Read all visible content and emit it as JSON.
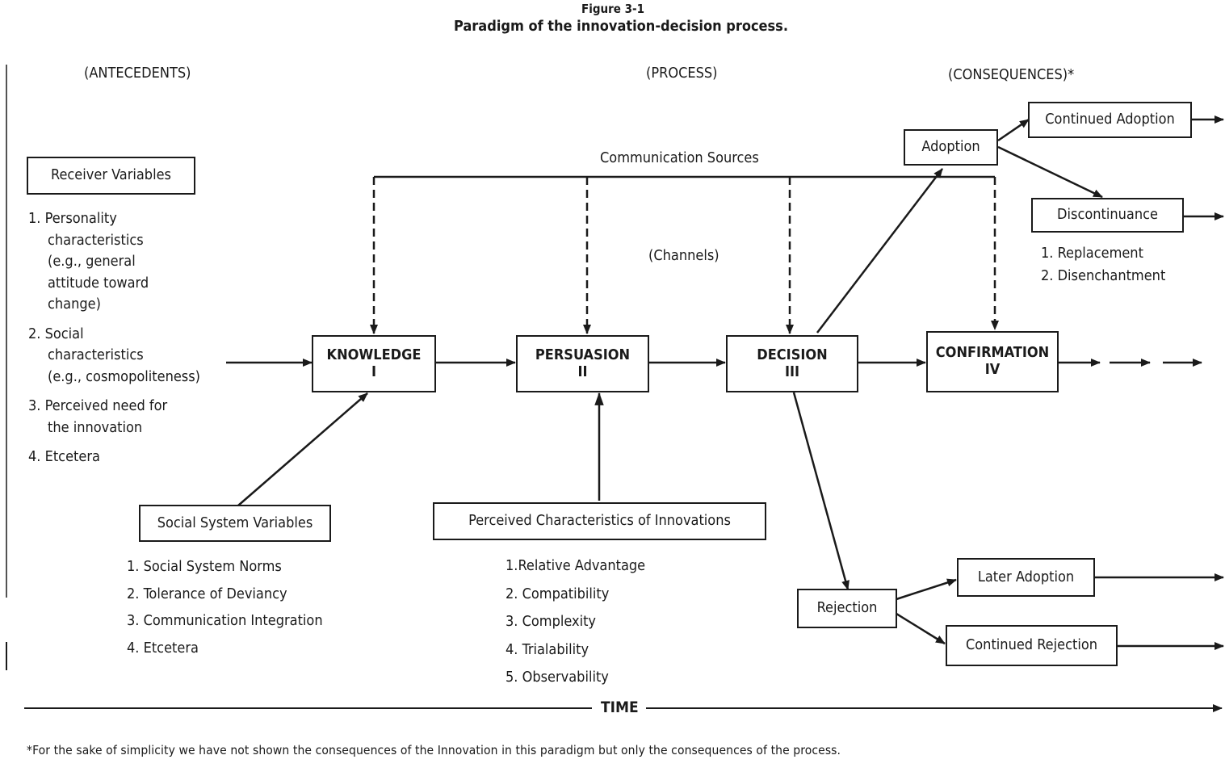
{
  "figure_label": "Figure 3-1",
  "title": "Paradigm of the innovation-decision process.",
  "headers": {
    "antecedents": "(ANTECEDENTS)",
    "process": "(PROCESS)",
    "consequences": "(CONSEQUENCES)*"
  },
  "receiver": {
    "box": "Receiver Variables",
    "items": [
      [
        "1. Personality",
        "characteristics",
        "(e.g., general",
        "attitude toward",
        "change)"
      ],
      [
        "2. Social",
        "characteristics",
        "(e.g., cosmopoliteness)"
      ],
      [
        "3. Perceived need for",
        "the innovation"
      ],
      [
        "4. Etcetera"
      ]
    ]
  },
  "communication_sources": "Communication Sources",
  "channels": "(Channels)",
  "stages": {
    "knowledge": [
      "KNOWLEDGE",
      "I"
    ],
    "persuasion": [
      "PERSUASION",
      "II"
    ],
    "decision": [
      "DECISION",
      "III"
    ],
    "confirmation": [
      "CONFIRMATION",
      "IV"
    ]
  },
  "social_system": {
    "box": "Social System Variables",
    "items": [
      "1. Social System Norms",
      "2. Tolerance of Deviancy",
      "3. Communication Integration",
      "4. Etcetera"
    ]
  },
  "perceived": {
    "box": "Perceived Characteristics of Innovations",
    "items": [
      "1.Relative Advantage",
      "2. Compatibility",
      "3. Complexity",
      "4. Trialability",
      "5. Observability"
    ]
  },
  "outcomes": {
    "adoption": "Adoption",
    "continued_adoption": "Continued Adoption",
    "discontinuance": "Discontinuance",
    "discontinuance_items": [
      "1. Replacement",
      "2. Disenchantment"
    ],
    "rejection": "Rejection",
    "later_adoption": "Later Adoption",
    "continued_rejection": "Continued Rejection"
  },
  "time_label": "TIME",
  "footnote": "*For the sake of simplicity we have not shown the consequences of the Innovation in this paradigm but only the consequences of the process."
}
